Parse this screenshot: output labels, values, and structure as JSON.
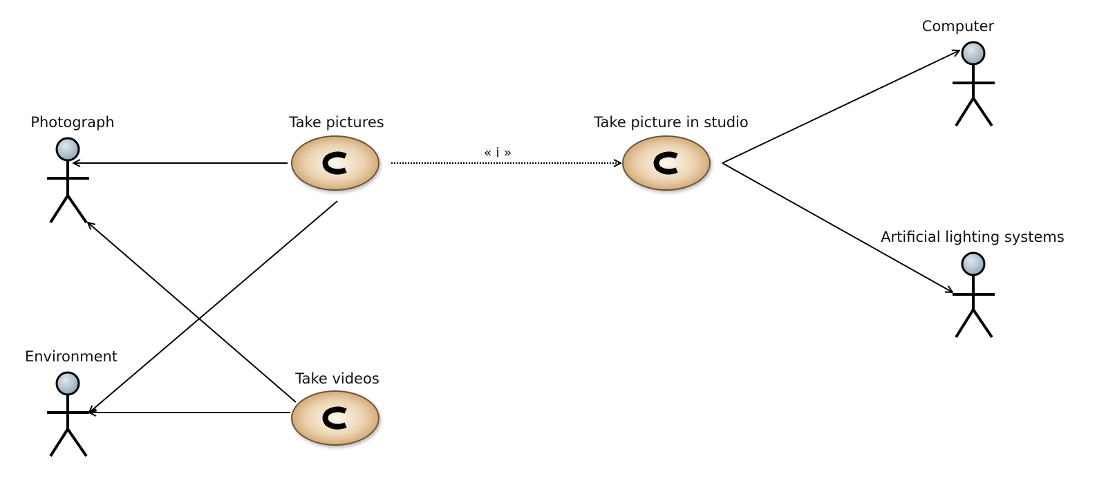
{
  "actors": {
    "photograph": {
      "label": "Photograph"
    },
    "environment": {
      "label": "Environment"
    },
    "computer": {
      "label": "Computer"
    },
    "lighting": {
      "label": "Artificial lighting systems"
    }
  },
  "use_cases": {
    "take_pictures": {
      "label": "Take pictures",
      "glyph": "C"
    },
    "take_videos": {
      "label": "Take videos",
      "glyph": "C"
    },
    "take_picture_in_studio": {
      "label": "Take picture in studio",
      "glyph": "C"
    }
  },
  "relations": {
    "include_label": "« i »"
  },
  "colors": {
    "actor_head_light": "#d6e3ec",
    "actor_head_dark": "#8ea3b3",
    "use_case_light": "#fbf3e6",
    "use_case_dark": "#c79a63",
    "use_case_border": "#6e5235"
  }
}
